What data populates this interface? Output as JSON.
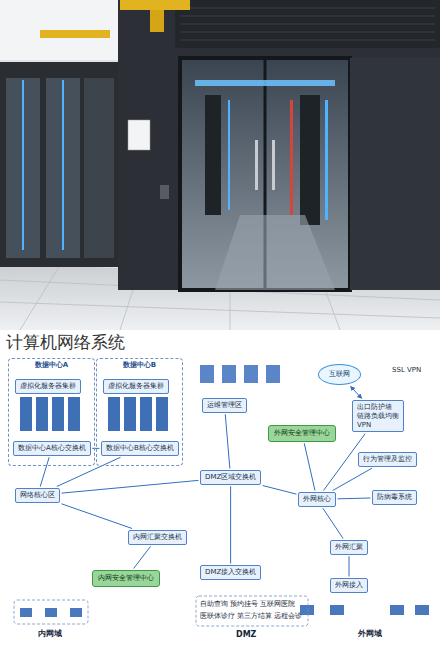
{
  "diagram": {
    "title": "计算机网络系统",
    "nodes": [
      {
        "text": [
          "数据中心A"
        ]
      },
      {
        "text": [
          "虚拟化服务器集群"
        ],
        "in": 0
      },
      {
        "text": [
          "数据中心A核心交换机"
        ],
        "in": 0
      },
      {
        "text": [
          "数据中心B"
        ]
      },
      {
        "text": [
          "虚拟化服务器集群"
        ],
        "in": 3
      },
      {
        "text": [
          "数据中心B核心交换机"
        ],
        "in": 3
      },
      {
        "text": [
          "网络核心区"
        ]
      },
      {
        "text": [
          "内网汇聚交换机"
        ]
      },
      {
        "text": [
          "内网安全管理中心"
        ]
      },
      {
        "text": [
          "运维管理区"
        ]
      },
      {
        "text": [
          "DMZ区域交换机"
        ]
      },
      {
        "text": [
          "DMZ接入交换机"
        ]
      },
      {
        "text": [
          "外网安全管理中心"
        ]
      },
      {
        "text": [
          "出口防护墙",
          "链路负载均衡",
          "VPN"
        ]
      },
      {
        "text": [
          "行为管理及监控"
        ]
      },
      {
        "text": [
          "防病毒系统"
        ]
      },
      {
        "text": [
          "外网核心"
        ]
      },
      {
        "text": [
          "外网汇聚"
        ]
      },
      {
        "text": [
          "外网接入"
        ]
      },
      {
        "text": [
          "互联网"
        ]
      }
    ],
    "edges": [
      {
        "from": 2,
        "to": 5,
        "arrow": "none"
      },
      {
        "from": 2,
        "to": 6,
        "arrow": "none"
      },
      {
        "from": 5,
        "to": 6,
        "arrow": "none"
      },
      {
        "from": 6,
        "to": 7,
        "arrow": "none"
      },
      {
        "from": 7,
        "to": 8,
        "arrow": "none"
      },
      {
        "from": 6,
        "to": 10,
        "arrow": "none"
      },
      {
        "from": 9,
        "to": 10,
        "arrow": "none"
      },
      {
        "from": 10,
        "to": 11,
        "arrow": "none"
      },
      {
        "from": 10,
        "to": 16,
        "arrow": "none"
      },
      {
        "from": 12,
        "to": 16,
        "arrow": "none"
      },
      {
        "from": 19,
        "to": 13,
        "arrow": "both"
      },
      {
        "from": 13,
        "to": 16,
        "arrow": "none"
      },
      {
        "from": 14,
        "to": 16,
        "arrow": "none"
      },
      {
        "from": 15,
        "to": 16,
        "arrow": "none"
      },
      {
        "from": 16,
        "to": 17,
        "arrow": "none"
      },
      {
        "from": 17,
        "to": 18,
        "arrow": "none"
      }
    ],
    "labels": [
      "内网域",
      "DMZ",
      "外网域",
      "自助查询 预约挂号 互联网医院",
      "医联体诊疗 第三方结算 远程会诊",
      "SSL VPN"
    ]
  }
}
